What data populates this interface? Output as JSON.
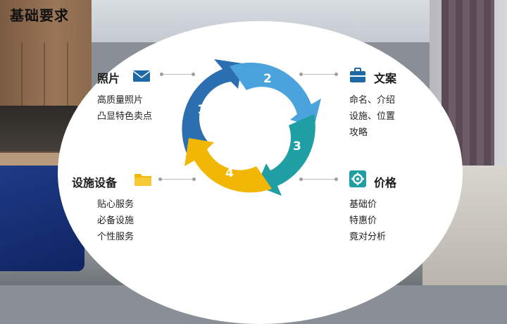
{
  "slide": {
    "title": "基础要求"
  },
  "cycle": {
    "steps": [
      "1",
      "2",
      "3",
      "4"
    ],
    "colors": [
      "#2b6fb0",
      "#4aa3dc",
      "#1f9ea3",
      "#f2b705"
    ]
  },
  "sections": {
    "photos": {
      "title": "照片",
      "icon": "envelope-icon",
      "lines": [
        "高质量照片",
        "凸显特色卖点"
      ]
    },
    "copy": {
      "title": "文案",
      "icon": "briefcase-icon",
      "lines": [
        "命名、介绍",
        "设施、位置",
        "攻略"
      ]
    },
    "facilities": {
      "title": "设施设备",
      "icon": "folder-icon",
      "lines": [
        "贴心服务",
        "必备设施",
        "个性服务"
      ]
    },
    "price": {
      "title": "价格",
      "icon": "gear-icon",
      "lines": [
        "基础价",
        "特惠价",
        "竟对分析"
      ]
    }
  },
  "accent_color": "#1f6aa5"
}
